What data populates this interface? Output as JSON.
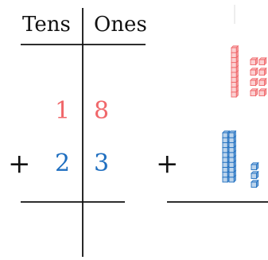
{
  "headers": {
    "tens": "Tens",
    "ones": "Ones"
  },
  "addends": [
    {
      "tens": "1",
      "ones": "8",
      "color": "#f0676a"
    },
    {
      "tens": "2",
      "ones": "3",
      "color": "#1f6fc0"
    }
  ],
  "operator": "+",
  "blocks": [
    {
      "rods": 1,
      "units": 8,
      "color": "#f0676a"
    },
    {
      "rods": 2,
      "units": 3,
      "color": "#1f6fc0"
    }
  ],
  "colors": {
    "line": "#111111",
    "red": "#f0676a",
    "blue": "#1f6fc0"
  }
}
